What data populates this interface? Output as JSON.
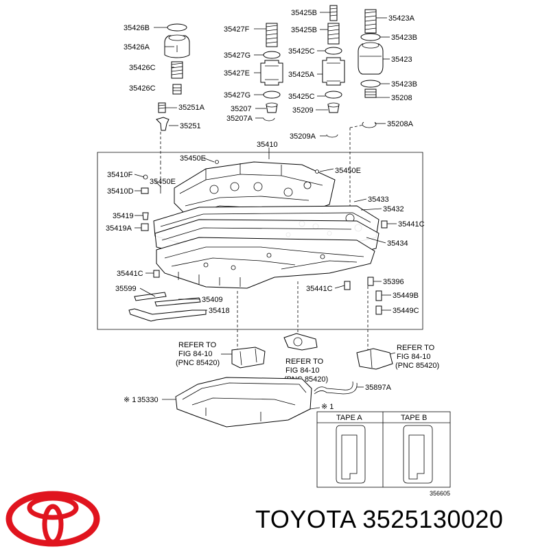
{
  "diagram": {
    "callouts": {
      "p35426B": "35426B",
      "p35426A": "35426A",
      "p35426C_1": "35426C",
      "p35426C_2": "35426C",
      "p35251A": "35251A",
      "p35251": "35251",
      "p35427F": "35427F",
      "p35427G_1": "35427G",
      "p35427E": "35427E",
      "p35427G_2": "35427G",
      "p35207": "35207",
      "p35207A": "35207A",
      "p35425B_1": "35425B",
      "p35425B_2": "35425B",
      "p35425C_1": "35425C",
      "p35425A": "35425A",
      "p35425C_2": "35425C",
      "p35209": "35209",
      "p35209A": "35209A",
      "p35423A": "35423A",
      "p35423B_1": "35423B",
      "p35423": "35423",
      "p35423B_2": "35423B",
      "p35208": "35208",
      "p35208A": "35208A",
      "p35410": "35410",
      "p35450E_1": "35450E",
      "p35450E_2": "35450E",
      "p35410F": "35410F",
      "p35450E_3": "35450E",
      "p35410D": "35410D",
      "p35433": "35433",
      "p35432": "35432",
      "p35419": "35419",
      "p35419A": "35419A",
      "p35441C_1": "35441C",
      "p35434": "35434",
      "p35441C_2": "35441C",
      "p35396": "35396",
      "p35599": "35599",
      "p35441C_3": "35441C",
      "p35449B": "35449B",
      "p35409": "35409",
      "p35418": "35418",
      "p35449C": "35449C",
      "p35897A": "35897A",
      "p35330_mark": "※ 1",
      "p35330": "35330",
      "star1": "※ 1"
    },
    "refer_left": [
      "REFER TO",
      "FIG 84-10",
      "(PNC 85420)"
    ],
    "refer_mid": [
      "REFER TO",
      "FIG 84-10",
      "(PNC 85420)"
    ],
    "refer_right": [
      "REFER TO",
      "FIG 84-10",
      "(PNC 85420)"
    ],
    "tape_a": "TAPE  A",
    "tape_b": "TAPE  B",
    "figure_number": "356605"
  },
  "brand": {
    "name": "TOYOTA",
    "part_number": "3525130020",
    "logo": "toyota-logo",
    "logo_color": "#e0141e"
  }
}
